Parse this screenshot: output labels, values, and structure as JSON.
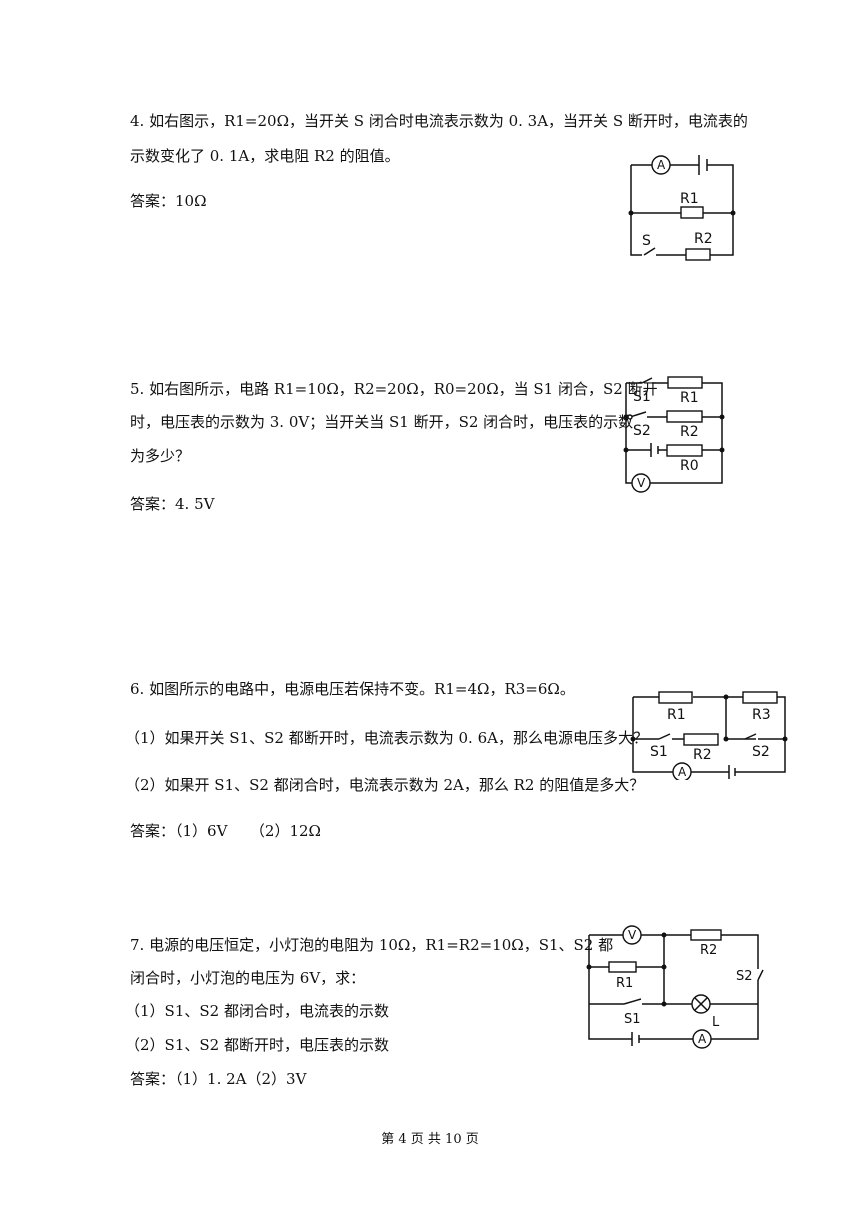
{
  "problems": {
    "p4": {
      "line1": "4. 如右图示，R1=20Ω，当开关 S 闭合时电流表示数为 0. 3A，当开关 S 断开时，电流表的",
      "line2": "示数变化了 0. 1A，求电阻 R2 的阻值。",
      "answer": "答案：10Ω"
    },
    "p5": {
      "line1": "5. 如右图所示，电路 R1=10Ω，R2=20Ω，R0=20Ω，当 S1 闭合，S2 断开",
      "line2": "时，电压表的示数为 3. 0V；当开关当 S1 断开，S2 闭合时，电压表的示数",
      "line3": "为多少？",
      "answer": "答案：4. 5V"
    },
    "p6": {
      "line1": "6. 如图所示的电路中，电源电压若保持不变。R1=4Ω，R3=6Ω。",
      "q1": "（1）如果开关 S1、S2 都断开时，电流表示数为 0. 6A，那么电源电压多大？",
      "q2": "（2）如果开 S1、S2 都闭合时，电流表示数为 2A，那么 R2 的阻值是多大？",
      "answer": "答案：（1）6V　　（2）12Ω"
    },
    "p7": {
      "line1": "7. 电源的电压恒定，小灯泡的电阻为 10Ω，R1=R2=10Ω，S1、S2 都",
      "line2": "闭合时，小灯泡的电压为 6V，求：",
      "q1": "（1）S1、S2 都闭合时，电流表的示数",
      "q2": "（2）S1、S2 都断开时，电压表的示数",
      "answer": "答案：（1）1. 2A（2）3V"
    }
  },
  "diagram_labels": {
    "ammeter": "A",
    "voltmeter": "V",
    "lamp": "L",
    "switch": "S",
    "switch1": "S1",
    "switch2": "S2",
    "r1": "R1",
    "r2": "R2",
    "r3": "R3",
    "r0": "R0"
  },
  "footer": {
    "text": "第 4 页 共 10 页"
  }
}
